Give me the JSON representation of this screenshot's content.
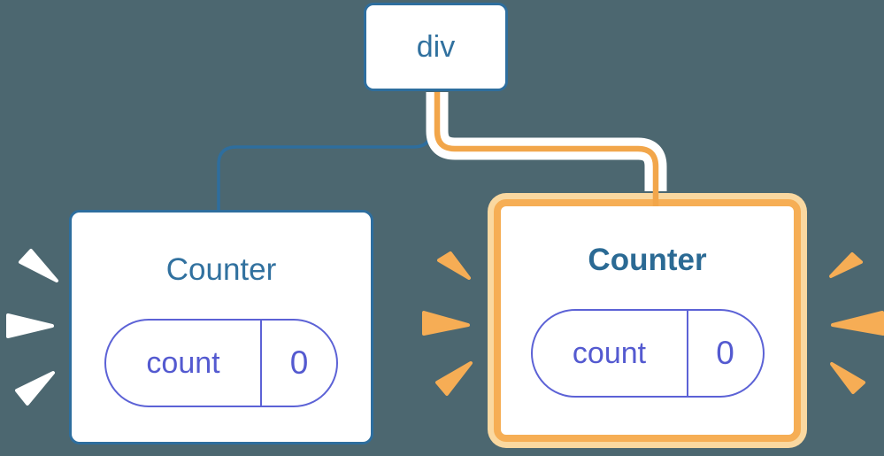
{
  "diagram": {
    "root": {
      "label": "div"
    },
    "left_counter": {
      "title": "Counter",
      "state_key": "count",
      "state_value": "0",
      "highlighted": false
    },
    "right_counter": {
      "title": "Counter",
      "state_key": "count",
      "state_value": "0",
      "highlighted": true
    }
  },
  "colors": {
    "background": "#4C6770",
    "node_border_blue": "#2E6E9E",
    "node_text_blue": "#31719F",
    "edge_blue": "#2E6E9E",
    "edge_orange": "#F2A64A",
    "highlight_border": "#F6AE55",
    "highlight_halo": "#FAD8A0",
    "pill_purple": "#5C62D6",
    "pill_text_purple": "#545AD0",
    "burst_white": "#FFFFFF",
    "burst_orange": "#F6AD55"
  }
}
